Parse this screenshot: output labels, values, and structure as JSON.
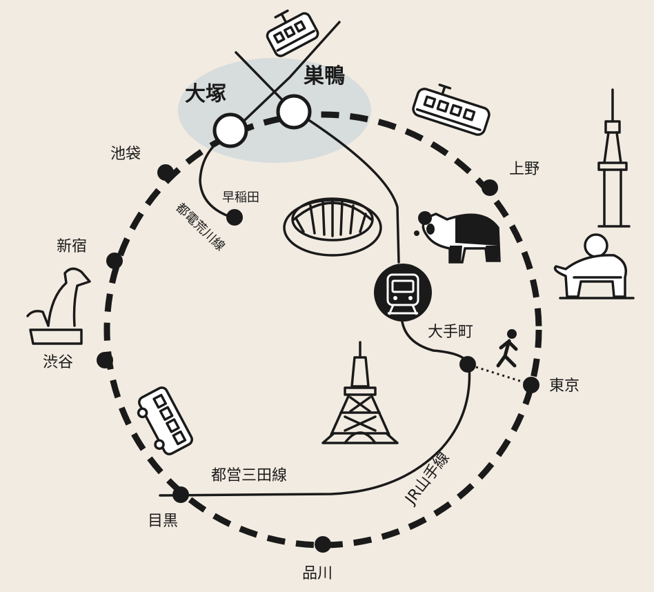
{
  "stations": {
    "otsuka": "大塚",
    "sugamo": "巣鴨",
    "ikebukuro": "池袋",
    "ueno": "上野",
    "waseda": "早稲田",
    "shinjuku": "新宿",
    "shibuya": "渋谷",
    "otemachi": "大手町",
    "tokyo": "東京",
    "meguro": "目黒",
    "shinagawa": "品川"
  },
  "lines": {
    "arakawa": "都電荒川線",
    "mita": "都営三田線",
    "yamanote": "JR山手線"
  },
  "colors": {
    "background": "#F2EBE1",
    "ink": "#1a1a1a",
    "highlight": "#D7DCDC"
  },
  "icons": [
    "tram-icon",
    "dog-statue-icon",
    "bus-icon",
    "stadium-icon",
    "panda-icon",
    "tokyo-tower-icon",
    "skytree-icon",
    "sumo-icon",
    "walking-person-icon",
    "subway-train-icon"
  ]
}
